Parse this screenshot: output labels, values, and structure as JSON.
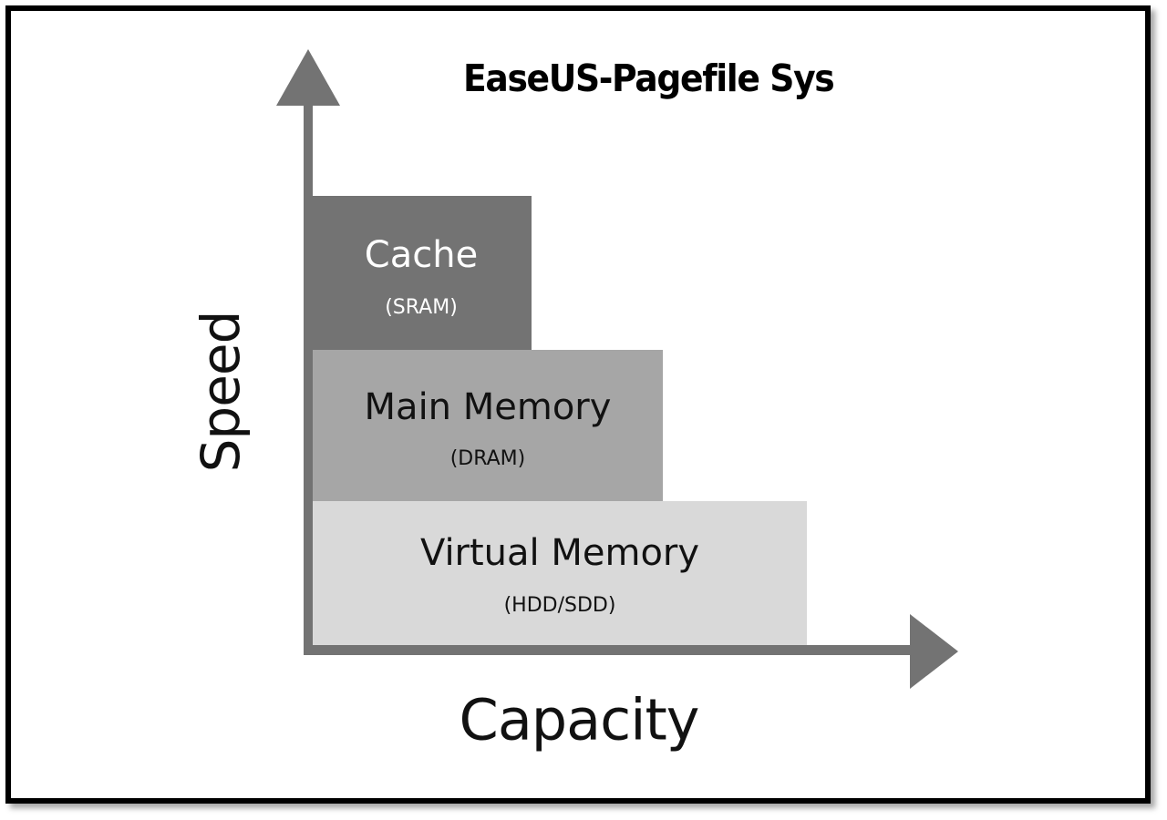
{
  "title": "EaseUS-Pagefile Sys",
  "axes": {
    "y_label": "Speed",
    "x_label": "Capacity"
  },
  "colors": {
    "axis": "#737373",
    "frame": "#000000",
    "background": "#ffffff"
  },
  "tiers": [
    {
      "name": "Cache",
      "subtitle": "(SRAM)",
      "fill": "#737373",
      "text_color": "#ffffff",
      "level": "top"
    },
    {
      "name": "Main Memory",
      "subtitle": "(DRAM)",
      "fill": "#a6a6a6",
      "text_color": "#111111",
      "level": "middle"
    },
    {
      "name": "Virtual Memory",
      "subtitle": "(HDD/SDD)",
      "fill": "#d9d9d9",
      "text_color": "#111111",
      "level": "bottom"
    }
  ]
}
